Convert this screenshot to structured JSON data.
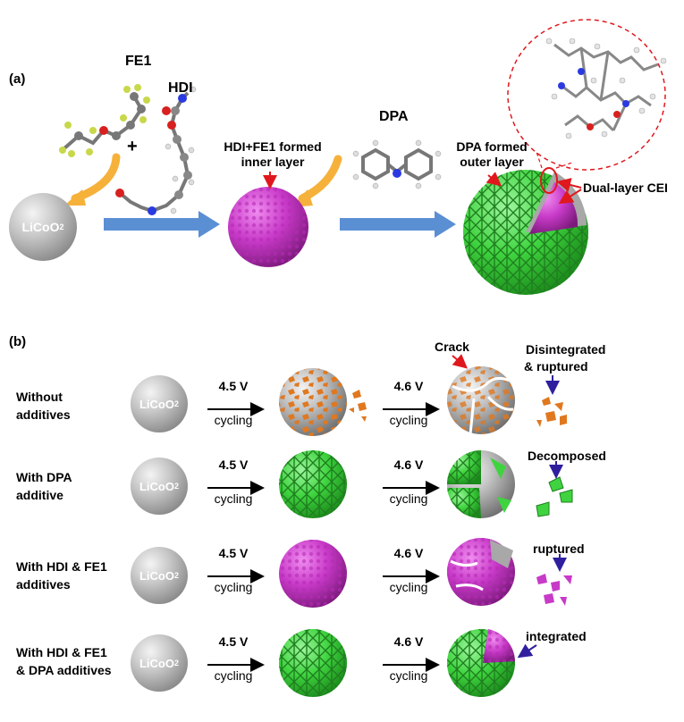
{
  "panel_a": {
    "label": "(a)",
    "fe1": "FE1",
    "hdi": "HDI",
    "plus": "+",
    "dpa": "DPA",
    "licoo2": "LiCoO",
    "licoo2_sub": "2",
    "inner_layer": [
      "HDI+FE1 formed",
      "inner layer"
    ],
    "outer_layer": [
      "DPA formed",
      "outer layer"
    ],
    "dual_layer": "Dual-layer CEI"
  },
  "panel_b": {
    "label": "(b)",
    "voltage_1": "4.5 V",
    "voltage_2": "4.6 V",
    "cycling": "cycling",
    "rows": [
      {
        "label": [
          "Without",
          "additives"
        ],
        "notes": [
          "Crack",
          "Disintegrated",
          "&  ruptured"
        ]
      },
      {
        "label": [
          "With DPA",
          "additive"
        ],
        "notes": [
          "Decomposed"
        ]
      },
      {
        "label": [
          "With HDI & FE1",
          "additives"
        ],
        "notes": [
          "ruptured"
        ]
      },
      {
        "label": [
          "With HDI & FE1",
          "& DPA additives"
        ],
        "notes": [
          "integrated"
        ]
      }
    ]
  },
  "colors": {
    "green": "#3dd63d",
    "magenta": "#c832c8",
    "orange": "#e07820",
    "blue_arrow": "#5b8fd4",
    "yellow_arrow": "#f6b13b",
    "red": "#e0181e",
    "navy": "#2f1f9e"
  }
}
